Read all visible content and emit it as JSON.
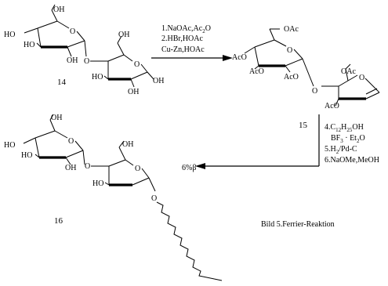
{
  "compounds": {
    "c14": {
      "number": "14",
      "labels": {
        "oh_a": "OH",
        "ho_a": "HO",
        "ho_b": "HO",
        "o_ring_a": "O",
        "oh_b": "OH",
        "o_link": "O",
        "oh_c": "OH",
        "o_ring_b": "O",
        "ho_c": "HO",
        "oh_d": "OH",
        "oh_e": "OH"
      }
    },
    "c15": {
      "number": "15",
      "labels": {
        "oac_a": "OAc",
        "aco_a": "AcO",
        "aco_b": "AcO",
        "o_ring_a": "O",
        "aco_c": "AcO",
        "o_link": "O",
        "oac_b": "OAc",
        "o_ring_b": "O",
        "aco_d": "AcO"
      }
    },
    "c16": {
      "number": "16",
      "labels": {
        "oh_a": "OH",
        "ho_a": "HO",
        "ho_b": "HO",
        "o_ring_a": "O",
        "oh_b": "OH",
        "o_link": "O",
        "oh_c": "OH",
        "o_ring_b": "O",
        "ho_c": "HO",
        "o_glyc": "O"
      }
    }
  },
  "conditions": {
    "step1": [
      "1.NaOAc,Ac",
      "2",
      "O"
    ],
    "step2": "2.HBr,HOAc",
    "step3": "Cu-Zn,HOAc",
    "step4": [
      "4.C",
      "12",
      "H",
      "25",
      "OH"
    ],
    "step4b": [
      "BF",
      "3",
      " · Et",
      "2",
      "O"
    ],
    "step5": [
      "5.H",
      "2",
      "/Pd-C"
    ],
    "step6": "6.NaOMe,MeOH"
  },
  "yield": "6%β",
  "caption": "Bild 5.Ferrier-Reaktion"
}
